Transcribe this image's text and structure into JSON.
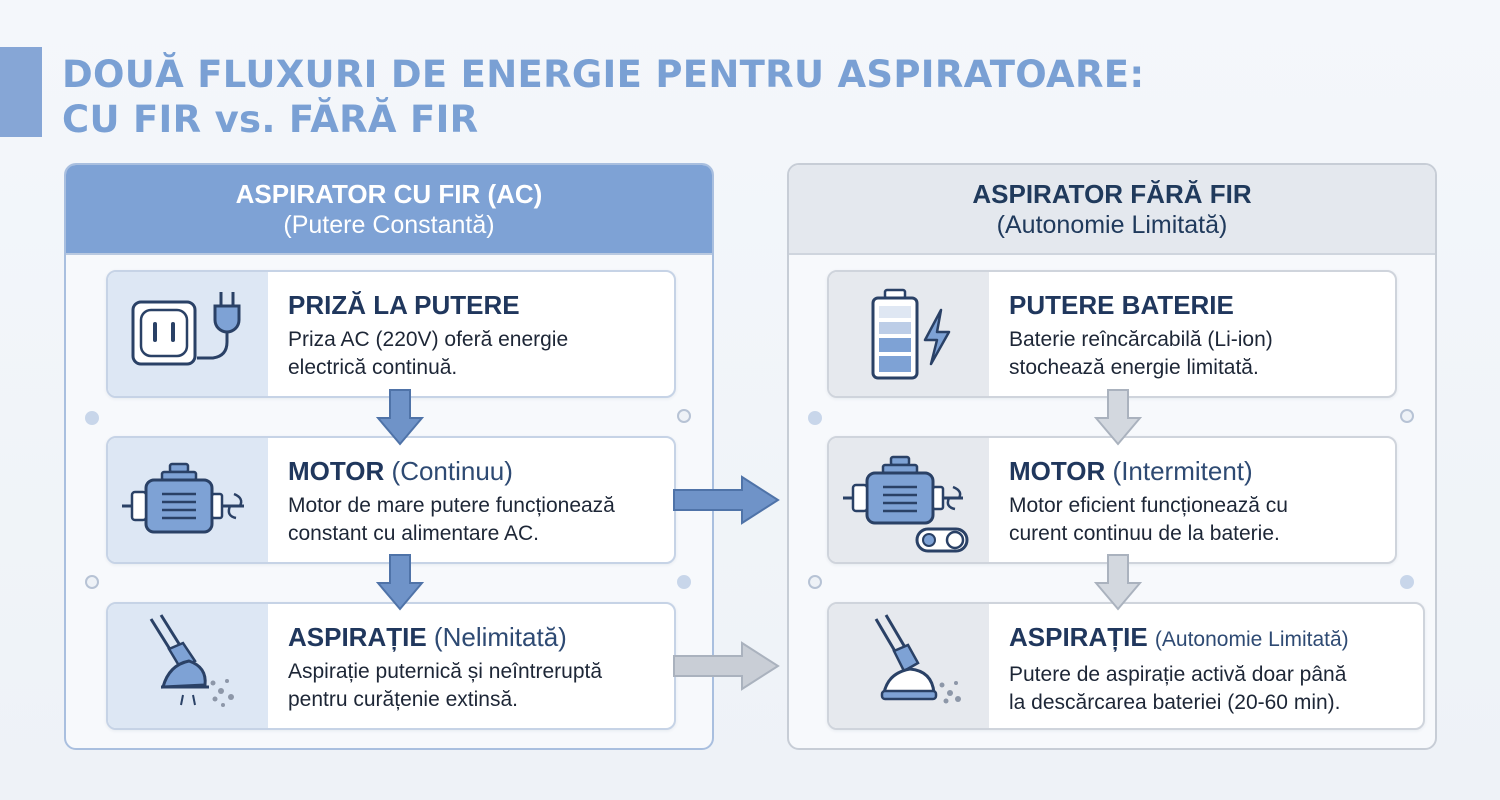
{
  "title": {
    "line1": "DOUĂ FLUXURI DE ENERGIE PENTRU ASPIRATOARE:",
    "line2": "CU FIR vs. FĂRĂ FIR"
  },
  "left": {
    "header_title": "ASPIRATOR CU FIR (AC)",
    "header_sub": "(Putere Constantă)",
    "cards": [
      {
        "title": "PRIZĂ LA PUTERE",
        "paren": "",
        "desc1": "Priza AC (220V) oferă energie",
        "desc2": "electrică continuă.",
        "icon": "outlet-plug-icon"
      },
      {
        "title": "MOTOR",
        "paren": "(Continuu)",
        "desc1": "Motor de mare putere funcționează",
        "desc2": "constant cu alimentare AC.",
        "icon": "motor-icon"
      },
      {
        "title": "ASPIRAȚIE",
        "paren": "(Nelimitată)",
        "desc1": "Aspirație puternică și neîntreruptă",
        "desc2": "pentru curățenie extinsă.",
        "icon": "vacuum-nozzle-icon"
      }
    ]
  },
  "right": {
    "header_title": "ASPIRATOR FĂRĂ FIR",
    "header_sub": "(Autonomie Limitată)",
    "cards": [
      {
        "title": "PUTERE BATERIE",
        "paren": "",
        "desc1": "Baterie reîncărcabilă (Li-ion)",
        "desc2": "stochează energie limitată.",
        "icon": "battery-icon"
      },
      {
        "title": "MOTOR",
        "paren": "(Intermitent)",
        "desc1": "Motor eficient funcționează cu",
        "desc2": "curent continuu de la baterie.",
        "icon": "motor-switch-icon"
      },
      {
        "title": "ASPIRAȚIE",
        "paren": "(Autonomie Limitată)",
        "desc1": "Putere de aspirație activă doar până",
        "desc2": "la descărcarea bateriei (20-60 min).",
        "icon": "vacuum-nozzle-icon"
      }
    ]
  },
  "colors": {
    "accent_blue": "#7ea2d5",
    "arrow_blue": "#6f93c8",
    "arrow_gray": "#c9ced6",
    "navy_text": "#20375d",
    "icon_stroke": "#2a4166"
  }
}
